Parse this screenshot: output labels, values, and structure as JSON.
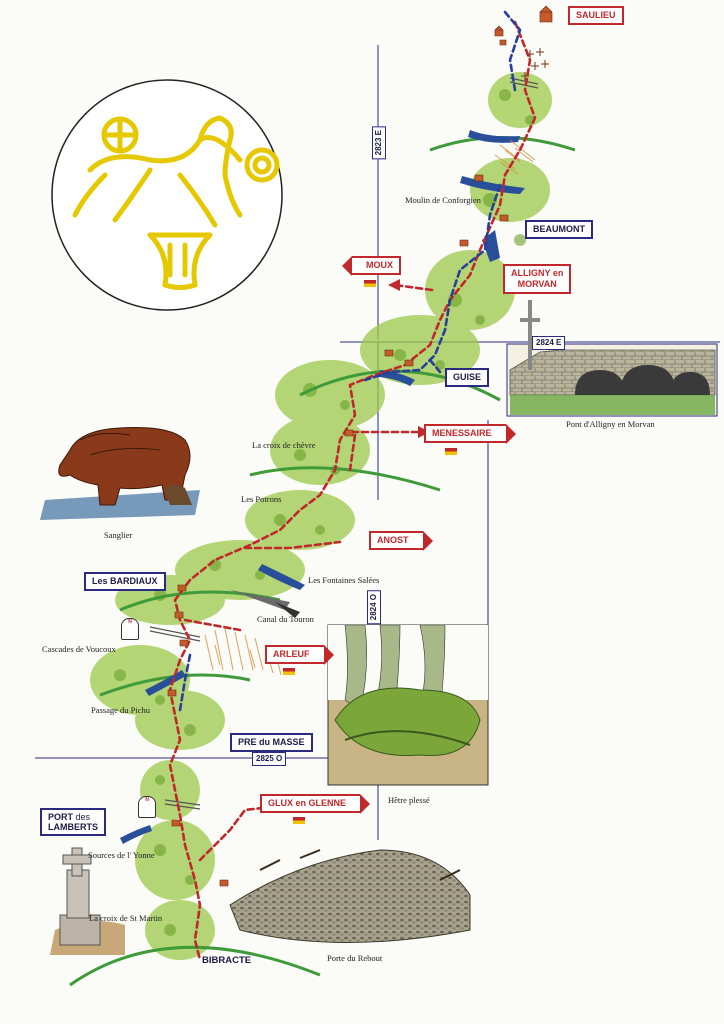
{
  "colors": {
    "route_red": "#c0282b",
    "route_blue": "#2a3f9a",
    "grid_blue": "#2a2a80",
    "foliage": "#8fbf3a",
    "water": "#2a4f9a",
    "emblem_gold": "#e6c800"
  },
  "signs": {
    "saulieu": "SAULIEU",
    "beaumont": "BEAUMONT",
    "alligny_1": "ALLIGNY en",
    "alligny_2": "MORVAN",
    "moux": "MOUX",
    "guise": "GUISE",
    "menessaire": "MENESSAIRE",
    "anost": "ANOST",
    "bardiaux": "Les BARDIAUX",
    "arleuf": "ARLEUF",
    "pre_du_masse": "PRE du MASSE",
    "glux": "GLUX en GLENNE",
    "port_1": "PORT",
    "port_2": "des",
    "port_3": "LAMBERTS",
    "bibracte": "BIBRACTE"
  },
  "grid": {
    "v_2823": "2823 E",
    "h_2824": "2824 E",
    "v_2824": "2824 O",
    "h_2825": "2825 O"
  },
  "labels": {
    "moulin": "Moulin de Conforgien",
    "pont": "Pont d'Alligny en Morvan",
    "croix_chevre": "La croix de chèvre",
    "potrons": "Les Potrons",
    "fontaines": "Les Fontaines Salées",
    "canal": "Canal du Touron",
    "cascades": "Cascades de Voucoux",
    "pichu": "Passage du Pichu",
    "hetre": "Hêtre plessé",
    "sources": "Sources de l' Yonne",
    "croix_martin": "La croix de St Martin",
    "porte": "Porte du Rebout",
    "sanglier": "Sanglier"
  },
  "milestones": {
    "m1": "N",
    "m2": "N"
  },
  "icons": {
    "emblem": "gallic-horse-coin-icon",
    "boar": "boar-illustration",
    "bridge": "stone-bridge-illustration",
    "tree": "beech-tree-illustration",
    "cross": "stone-cross-illustration",
    "rampart": "rampart-illustration"
  }
}
